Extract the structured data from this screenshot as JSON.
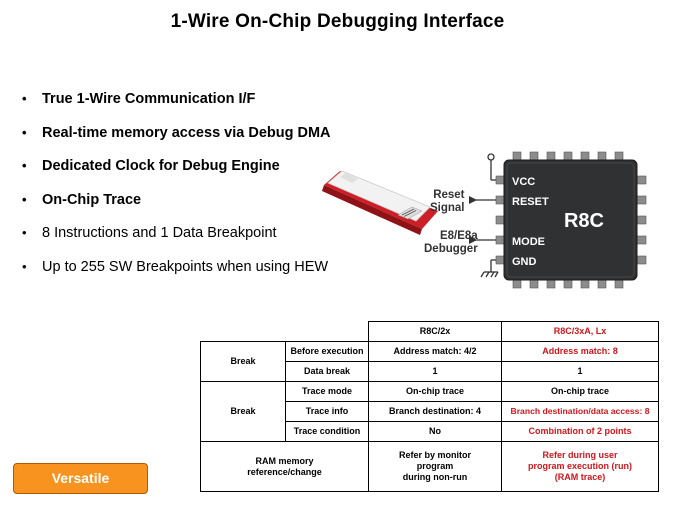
{
  "title": "1-Wire On-Chip Debugging Interface",
  "bullets": [
    {
      "text": "True 1-Wire Communication  I/F",
      "bold": true
    },
    {
      "text": "Real-time memory access via Debug DMA",
      "bold": true
    },
    {
      "text": "Dedicated Clock for Debug Engine",
      "bold": true
    },
    {
      "text": "On-Chip Trace",
      "bold": true
    },
    {
      "text": "8 Instructions and 1 Data Breakpoint",
      "bold": false
    },
    {
      "text": "Up to 255 SW Breakpoints when using HEW",
      "bold": false
    }
  ],
  "diagram": {
    "reset_label": "Reset\nSignal",
    "debugger_label": "E8/E8a\nDebugger",
    "chip_name": "R8C",
    "pins": {
      "vcc": "VCC",
      "reset": "RESET",
      "mode": "MODE",
      "gnd": "GND"
    }
  },
  "table": {
    "col_r8c2x": "R8C/2x",
    "col_r8c3x": "R8C/3xA, Lx",
    "break": "Break",
    "before_execution": "Before execution",
    "before_execution_2x": "Address match: 4/2",
    "before_execution_3x": "Address match: 8",
    "data_break": "Data break",
    "data_break_2x": "1",
    "data_break_3x": "1",
    "trace_mode": "Trace mode",
    "trace_mode_2x": "On-chip trace",
    "trace_mode_3x": "On-chip trace",
    "trace_info": "Trace info",
    "trace_info_2x": "Branch destination: 4",
    "trace_info_3x": "Branch destination/data access: 8",
    "trace_condition": "Trace condition",
    "trace_condition_2x": "No",
    "trace_condition_3x": "Combination of 2 points",
    "ram_ref": "RAM memory\nreference/change",
    "ram_ref_2x": "Refer by monitor\nprogram\nduring non-run",
    "ram_ref_3x": "Refer during user\nprogram execution (run)\n(RAM trace)"
  },
  "badge": "Versatile",
  "colors": {
    "accent_red": "#d0161b",
    "badge_orange": "#f7931e",
    "chip_dark": "#2f3133"
  }
}
